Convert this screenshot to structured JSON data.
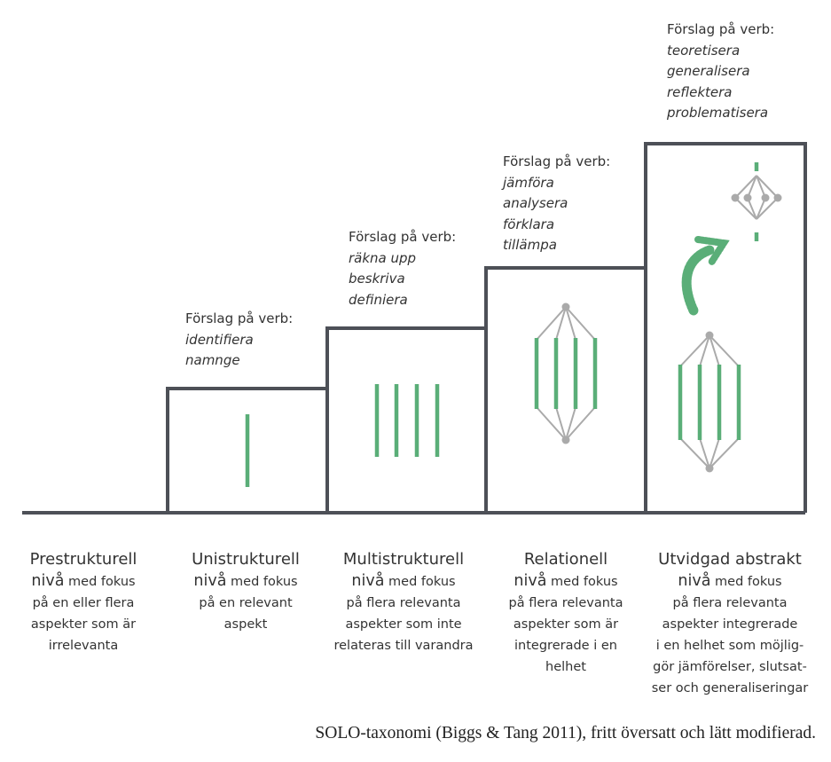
{
  "colors": {
    "outline": "#4d5057",
    "bar": "#5aae78",
    "node": "#aaaaaa",
    "arrow": "#5aae78"
  },
  "verbs": [
    {
      "heading": "Förslag på verb:",
      "items": [
        "identifiera",
        "namnge"
      ]
    },
    {
      "heading": "Förslag på verb:",
      "items": [
        "räkna upp",
        "beskriva",
        "definiera"
      ]
    },
    {
      "heading": "Förslag på verb:",
      "items": [
        "jämföra",
        "analysera",
        "förklara",
        "tillämpa"
      ]
    },
    {
      "heading": "Förslag på verb:",
      "items": [
        "teoretisera",
        "generalisera",
        "reflektera",
        "problematisera"
      ]
    }
  ],
  "levels": [
    {
      "name": "Prestrukturell",
      "desc_first": "nivå",
      "desc_first_rest": " med fokus",
      "desc_lines": [
        "på en eller flera",
        "aspekter som är",
        "irrelevanta"
      ]
    },
    {
      "name": "Unistrukturell",
      "desc_first": "nivå",
      "desc_first_rest": " med fokus",
      "desc_lines": [
        "på en relevant",
        "aspekt"
      ]
    },
    {
      "name": "Multistrukturell",
      "desc_first": "nivå",
      "desc_first_rest": " med fokus",
      "desc_lines": [
        "på flera relevanta",
        "aspekter som inte",
        "relateras till varandra"
      ]
    },
    {
      "name": "Relationell",
      "desc_first": "nivå",
      "desc_first_rest": " med fokus",
      "desc_lines": [
        "på flera relevanta",
        "aspekter som är",
        "integrerade i en",
        "helhet"
      ]
    },
    {
      "name": "Utvidgad abstrakt",
      "desc_first": "nivå",
      "desc_first_rest": " med fokus",
      "desc_lines": [
        "på flera relevanta",
        "aspekter integrerade",
        "i en helhet som möjlig-",
        "gör jämförelser, slutsat-",
        "ser och generaliseringar"
      ]
    }
  ],
  "caption": "SOLO-taxonomi (Biggs & Tang 2011), fritt översatt och lätt modifierad."
}
